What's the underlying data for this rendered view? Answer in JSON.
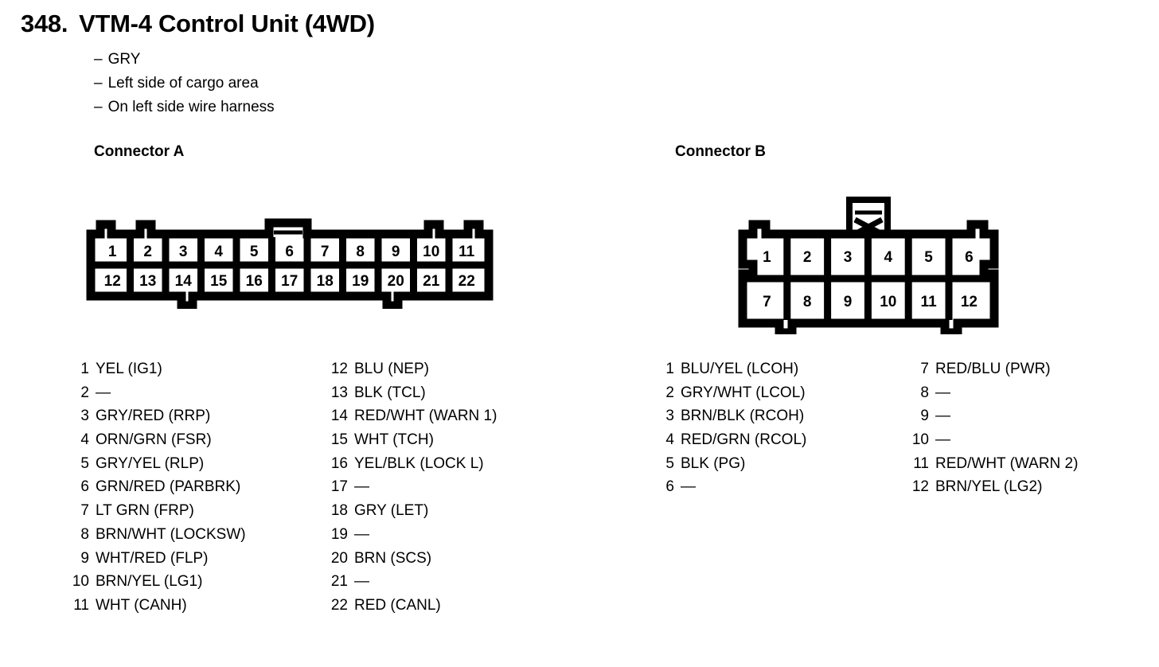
{
  "title": {
    "number": "348.",
    "text": "VTM-4 Control Unit (4WD)"
  },
  "description": [
    "GRY",
    "Left side of cargo area",
    "On left side wire harness"
  ],
  "dash_marker": "–",
  "empty_marker": "—",
  "connectors": [
    {
      "id": "a",
      "heading": "Connector A",
      "top_row_pins": [
        "1",
        "2",
        "3",
        "4",
        "5",
        "6",
        "7",
        "8",
        "9",
        "10",
        "11"
      ],
      "bottom_row_pins": [
        "12",
        "13",
        "14",
        "15",
        "16",
        "17",
        "18",
        "19",
        "20",
        "21",
        "22"
      ],
      "pins_column_1": [
        {
          "no": "1",
          "desc": "YEL (IG1)"
        },
        {
          "no": "2",
          "desc": "—"
        },
        {
          "no": "3",
          "desc": "GRY/RED (RRP)"
        },
        {
          "no": "4",
          "desc": "ORN/GRN (FSR)"
        },
        {
          "no": "5",
          "desc": "GRY/YEL (RLP)"
        },
        {
          "no": "6",
          "desc": "GRN/RED (PARBRK)"
        },
        {
          "no": "7",
          "desc": "LT GRN (FRP)"
        },
        {
          "no": "8",
          "desc": "BRN/WHT (LOCKSW)"
        },
        {
          "no": "9",
          "desc": "WHT/RED (FLP)"
        },
        {
          "no": "10",
          "desc": "BRN/YEL (LG1)"
        },
        {
          "no": "11",
          "desc": "WHT (CANH)"
        }
      ],
      "pins_column_2": [
        {
          "no": "12",
          "desc": "BLU (NEP)"
        },
        {
          "no": "13",
          "desc": "BLK (TCL)"
        },
        {
          "no": "14",
          "desc": "RED/WHT (WARN 1)"
        },
        {
          "no": "15",
          "desc": "WHT (TCH)"
        },
        {
          "no": "16",
          "desc": "YEL/BLK (LOCK L)"
        },
        {
          "no": "17",
          "desc": "—"
        },
        {
          "no": "18",
          "desc": "GRY (LET)"
        },
        {
          "no": "19",
          "desc": "—"
        },
        {
          "no": "20",
          "desc": "BRN (SCS)"
        },
        {
          "no": "21",
          "desc": "—"
        },
        {
          "no": "22",
          "desc": "RED (CANL)"
        }
      ]
    },
    {
      "id": "b",
      "heading": "Connector B",
      "top_row_pins": [
        "1",
        "2",
        "3",
        "4",
        "5",
        "6"
      ],
      "bottom_row_pins": [
        "7",
        "8",
        "9",
        "10",
        "11",
        "12"
      ],
      "pins_column_1": [
        {
          "no": "1",
          "desc": "BLU/YEL (LCOH)"
        },
        {
          "no": "2",
          "desc": "GRY/WHT (LCOL)"
        },
        {
          "no": "3",
          "desc": "BRN/BLK (RCOH)"
        },
        {
          "no": "4",
          "desc": "RED/GRN (RCOL)"
        },
        {
          "no": "5",
          "desc": "BLK (PG)"
        },
        {
          "no": "6",
          "desc": "—"
        }
      ],
      "pins_column_2": [
        {
          "no": "7",
          "desc": "RED/BLU (PWR)"
        },
        {
          "no": "8",
          "desc": "—"
        },
        {
          "no": "9",
          "desc": "—"
        },
        {
          "no": "10",
          "desc": "—"
        },
        {
          "no": "11",
          "desc": "RED/WHT (WARN 2)"
        },
        {
          "no": "12",
          "desc": "BRN/YEL (LG2)"
        }
      ]
    }
  ],
  "colors": {
    "ink": "#000000",
    "paper": "#ffffff"
  }
}
